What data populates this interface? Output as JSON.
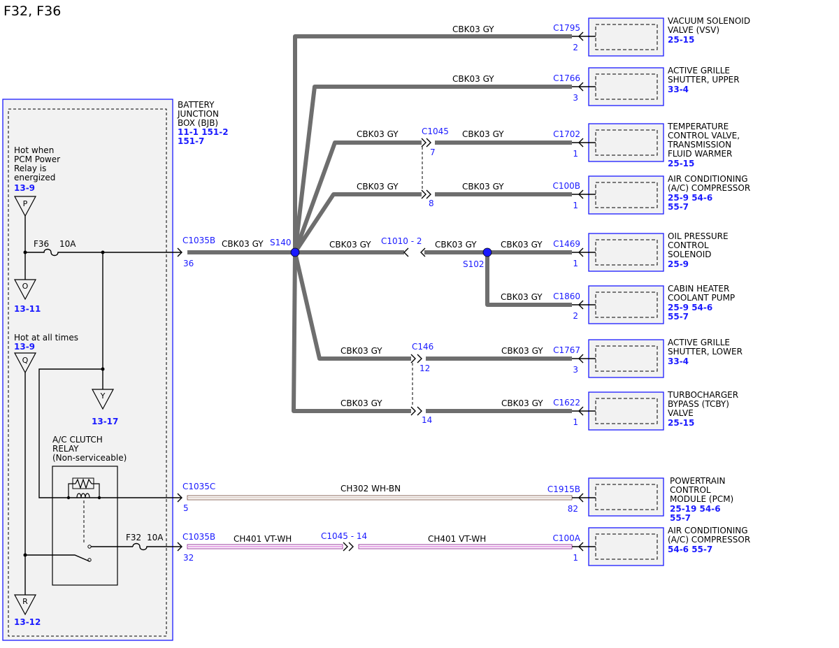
{
  "title": "F32, F36",
  "bjb": {
    "label_lines": [
      "BATTERY",
      "JUNCTION",
      "BOX (BJB)"
    ],
    "refs_line1": "11-1  151-2",
    "refs_line2": "151-7"
  },
  "hot_pcm": {
    "lines": [
      "Hot when",
      "PCM Power",
      "Relay is",
      "energized"
    ],
    "ref": "13-9"
  },
  "hot_always": {
    "line": "Hot at all times",
    "ref": "13-9"
  },
  "offpage": {
    "P": {
      "letter": "P",
      "ref": ""
    },
    "O": {
      "letter": "O",
      "ref": "13-11"
    },
    "Q": {
      "letter": "Q",
      "ref": ""
    },
    "Y": {
      "letter": "Y",
      "ref": "13-17"
    },
    "R": {
      "letter": "R",
      "ref": "13-12"
    }
  },
  "fuses": {
    "f36": {
      "name": "F36",
      "rating": "10A"
    },
    "f32": {
      "name": "F32",
      "rating": "10A"
    }
  },
  "relay": {
    "lines": [
      "A/C CLUTCH",
      "RELAY",
      "(Non-serviceable)"
    ]
  },
  "splices": {
    "s140": "S140",
    "s102": "S102"
  },
  "connectors": {
    "c1035b_top": {
      "name": "C1035B",
      "pin": "36"
    },
    "c1035c": {
      "name": "C1035C",
      "pin": "5"
    },
    "c1035b_bot": {
      "name": "C1035B",
      "pin": "32"
    },
    "c1045": {
      "name": "C1045",
      "pin_a": "7",
      "pin_b": "8"
    },
    "c1010": {
      "name": "C1010 - 2"
    },
    "c146": {
      "name": "C146",
      "pin_a": "12",
      "pin_b": "14"
    },
    "c1045_14": {
      "name": "C1045 - 14"
    }
  },
  "circuits": {
    "gy": "CBK03  GY",
    "wh_bn": "CH302  WH-BN",
    "vt_wh": "CH401  VT-WH"
  },
  "components": [
    {
      "conn": "C1795",
      "pin": "2",
      "lines": [
        "VACUUM SOLENOID",
        "VALVE (VSV)"
      ],
      "refs": [
        "25-15"
      ]
    },
    {
      "conn": "C1766",
      "pin": "3",
      "lines": [
        "ACTIVE GRILLE",
        "SHUTTER, UPPER"
      ],
      "refs": [
        "33-4"
      ]
    },
    {
      "conn": "C1702",
      "pin": "1",
      "lines": [
        "TEMPERATURE",
        "CONTROL VALVE,",
        "TRANSMISSION",
        "FLUID WARMER"
      ],
      "refs": [
        "25-15"
      ]
    },
    {
      "conn": "C100B",
      "pin": "1",
      "lines": [
        "AIR CONDITIONING",
        "(A/C) COMPRESSOR"
      ],
      "refs": [
        "25-9  54-6",
        "55-7"
      ]
    },
    {
      "conn": "C1469",
      "pin": "1",
      "lines": [
        "OIL PRESSURE",
        "CONTROL",
        "SOLENOID"
      ],
      "refs": [
        "25-9"
      ]
    },
    {
      "conn": "C1860",
      "pin": "2",
      "lines": [
        "CABIN HEATER",
        "COOLANT PUMP"
      ],
      "refs": [
        "25-9  54-6",
        "55-7"
      ]
    },
    {
      "conn": "C1767",
      "pin": "3",
      "lines": [
        "ACTIVE GRILLE",
        "SHUTTER, LOWER"
      ],
      "refs": [
        "33-4"
      ]
    },
    {
      "conn": "C1622",
      "pin": "1",
      "lines": [
        "TURBOCHARGER",
        "BYPASS (TCBY)",
        "VALVE"
      ],
      "refs": [
        "25-15"
      ]
    },
    {
      "conn": "C1915B",
      "pin": "82",
      "lines": [
        "POWERTRAIN",
        "CONTROL",
        "MODULE (PCM)"
      ],
      "refs": [
        "25-19 54-6",
        "55-7"
      ]
    },
    {
      "conn": "C100A",
      "pin": "1",
      "lines": [
        "AIR CONDITIONING",
        "(A/C) COMPRESSOR"
      ],
      "refs": [
        "54-6  55-7"
      ]
    }
  ]
}
